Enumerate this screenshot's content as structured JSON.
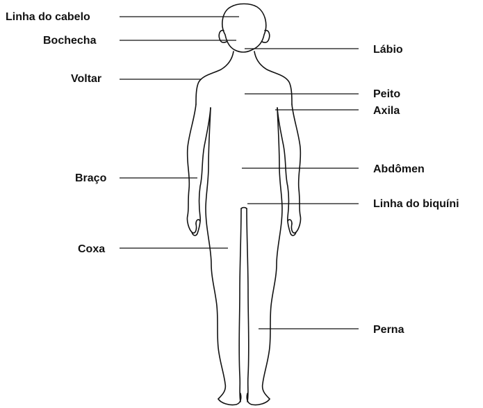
{
  "labels": {
    "hairline": "Linha do cabelo",
    "cheek": "Bochecha",
    "back": "Voltar",
    "arm": "Braço",
    "thigh": "Coxa",
    "lip": "Lábio",
    "chest": "Peito",
    "armpit": "Axila",
    "abdomen": "Abdômen",
    "bikini_line": "Linha do biquíni",
    "leg": "Perna"
  },
  "colors": {
    "ink": "#111111",
    "background": "#ffffff"
  }
}
